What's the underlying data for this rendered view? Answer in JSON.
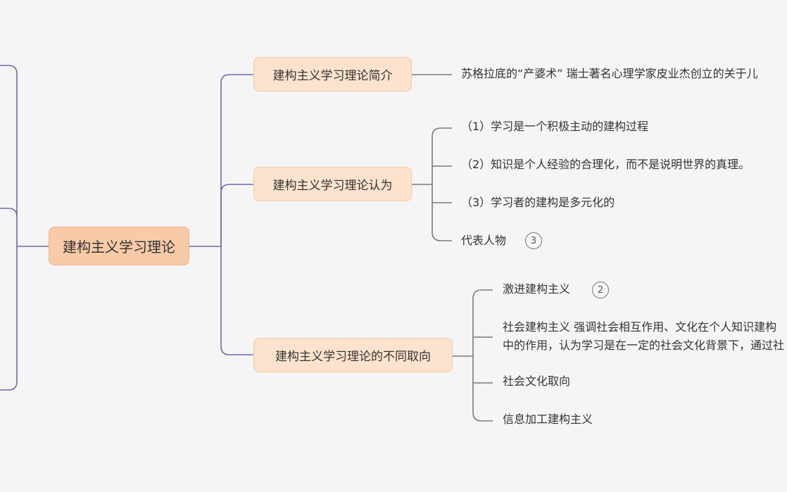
{
  "root": {
    "label": "建构主义学习理论"
  },
  "branches": [
    {
      "label": "建构主义学习理论简介",
      "children": [
        {
          "text": "苏格拉底的“产婆术” 瑞士著名心理学家皮业杰创立的关于儿"
        }
      ]
    },
    {
      "label": "建构主义学习理论认为",
      "children": [
        {
          "text": "（1）学习是一个积极主动的建构过程"
        },
        {
          "text": "（2）知识是个人经验的合理化，而不是说明世界的真理。"
        },
        {
          "text": "（3）学习者的建构是多元化的"
        },
        {
          "text": "代表人物",
          "badge": "3"
        }
      ]
    },
    {
      "label": "建构主义学习理论的不同取向",
      "children": [
        {
          "text": "激进建构主义",
          "badge": "2"
        },
        {
          "text": "社会建构主义 强调社会相互作用、文化在个人知识建构中的作用，认为学习是在一定的社会文化背景下，通过社会互动实现的。学习之中，认为知识的意义是在社会情景中通过自身的"
        },
        {
          "text": "社会文化取向"
        },
        {
          "text": "信息加工建构主义"
        }
      ]
    }
  ],
  "colors": {
    "connector": "#6e6aa8",
    "root_fill": "#f8caa8",
    "branch_fill": "#fde3cd",
    "background": "#f5f5f5"
  }
}
